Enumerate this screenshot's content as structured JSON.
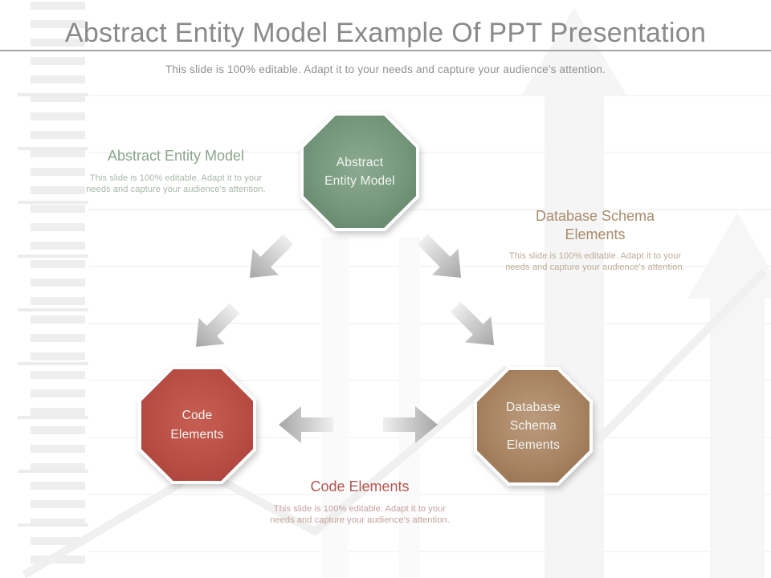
{
  "slide": {
    "title": "Abstract Entity Model Example Of PPT Presentation",
    "subtitle": "This slide is 100% editable. Adapt it to your needs and capture your audience's attention."
  },
  "nodes": {
    "abstract_entity_model": {
      "shape": "octagon",
      "label": "Abstract\nEntity Model",
      "fill_light": "#8cab91",
      "fill_dark": "#5c7f65",
      "text_color": "#f2f5f1"
    },
    "code_elements": {
      "shape": "octagon",
      "label": "Code\nElements",
      "fill_light": "#c75e53",
      "fill_dark": "#a63f39",
      "text_color": "#f2f5f1"
    },
    "database_schema_elements": {
      "shape": "octagon",
      "label": "Database\nSchema\nElements",
      "fill_light": "#bb9b7d",
      "fill_dark": "#8f6c49",
      "text_color": "#f2f5f1"
    }
  },
  "captions": {
    "abstract_entity_model": {
      "heading": "Abstract Entity Model",
      "heading_color": "#8ca58c",
      "body": "This slide is 100% editable. Adapt it to your needs and capture your audience's attention."
    },
    "database_schema_elements": {
      "heading": "Database Schema\nElements",
      "heading_color": "#a98c6c",
      "body": "This slide is 100% editable. Adapt it to your needs and capture your audience's attention."
    },
    "code_elements": {
      "heading": "Code Elements",
      "heading_color": "#b25651",
      "body": "This slide is 100% editable. Adapt it to your needs and capture your audience's attention."
    }
  },
  "connectors": [
    {
      "from": "abstract_entity_model",
      "to": "code_elements",
      "style": "diagonal-gray-arrow",
      "count": 2
    },
    {
      "from": "abstract_entity_model",
      "to": "database_schema_elements",
      "style": "diagonal-gray-arrow",
      "count": 2
    },
    {
      "from": "center",
      "to": "code_elements",
      "style": "horizontal-gray-arrow-left"
    },
    {
      "from": "center",
      "to": "database_schema_elements",
      "style": "horizontal-gray-arrow-right"
    }
  ],
  "connector_color_light": "#efefef",
  "connector_color_dark": "#a6a6a6"
}
